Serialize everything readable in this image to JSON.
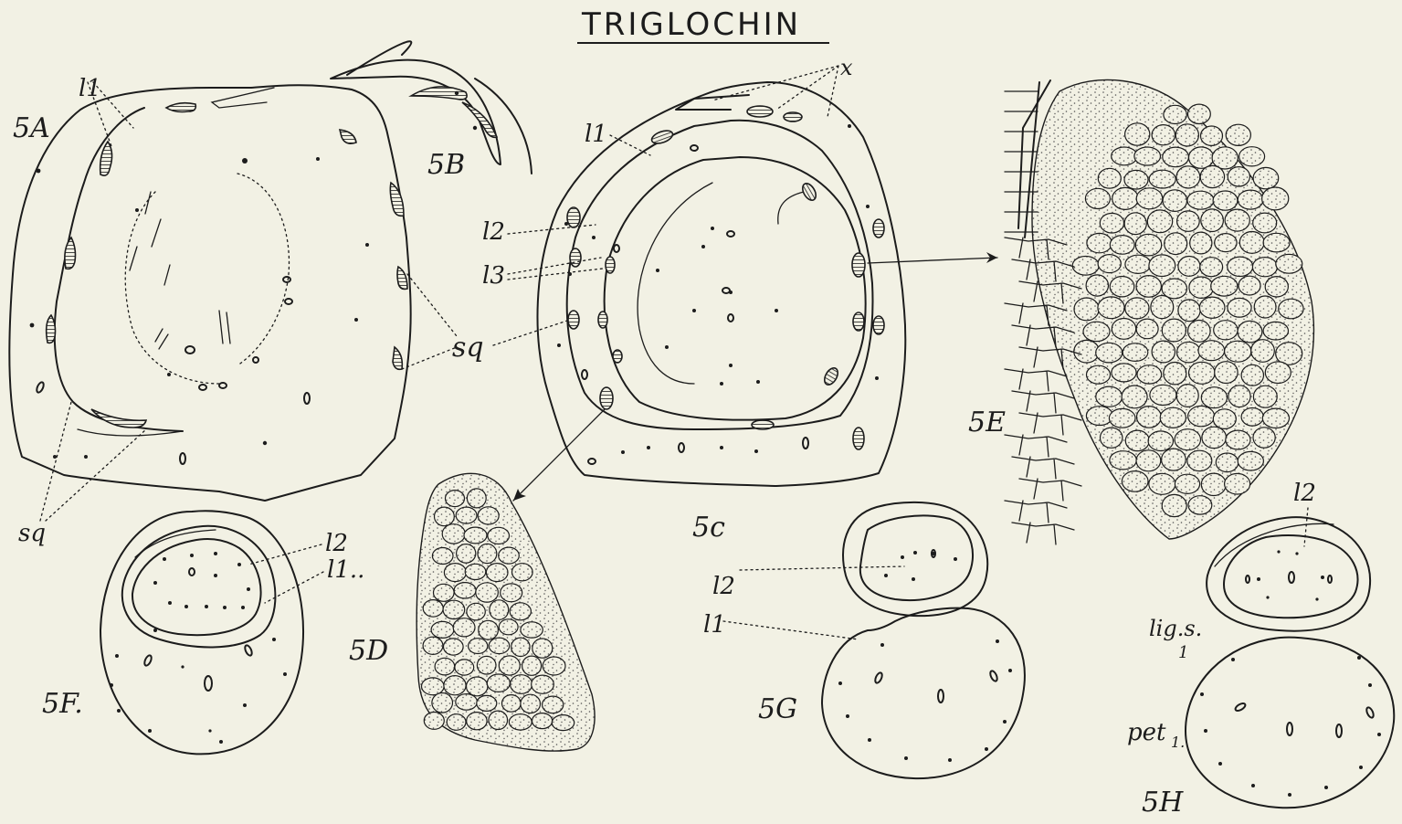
{
  "title": "TRIGLOCHIN",
  "figures": {
    "a": {
      "label": "5A",
      "leaders": [
        "l1",
        "sq"
      ]
    },
    "b": {
      "label": "5B"
    },
    "c": {
      "label": "5c",
      "leaders": [
        "l1",
        "l2",
        "l3",
        "sq",
        "x"
      ]
    },
    "d": {
      "label": "5D"
    },
    "e": {
      "label": "5E"
    },
    "f": {
      "label": "5F.",
      "leaders": [
        "l2",
        "l1.."
      ]
    },
    "g": {
      "label": "5G",
      "leaders": [
        "l2",
        "l1"
      ]
    },
    "h": {
      "label": "5H",
      "leaders": [
        "l2",
        "lig.s.1",
        "pet1."
      ]
    }
  },
  "labels": {
    "l1": "l1",
    "l2": "l2",
    "l3": "l3",
    "sq": "sq",
    "x": "x",
    "ligs": "lig.s.",
    "ligs_sub": "1",
    "pet": "pet",
    "pet_sub": "1."
  },
  "colors": {
    "paper": "#f2f1e4",
    "ink": "#1c1c1c"
  }
}
